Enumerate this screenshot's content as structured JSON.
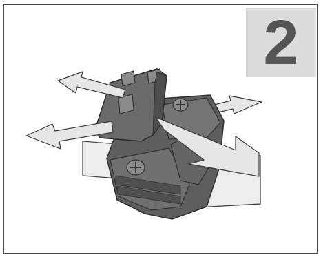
{
  "step": {
    "number": "2"
  },
  "illustration": {
    "subject": "mount-clamp-with-strap-arrows",
    "icons": [
      "arrow-icon",
      "screw-icon",
      "strap",
      "mount-plate"
    ]
  },
  "colors": {
    "badge_background": "#dcdcdc",
    "badge_text": "#545454",
    "part_dark": "#5e5e5e",
    "part_mid": "#7a7a7a",
    "arrow_fill": "#e6e6e6",
    "strap_fill": "#ededed"
  }
}
